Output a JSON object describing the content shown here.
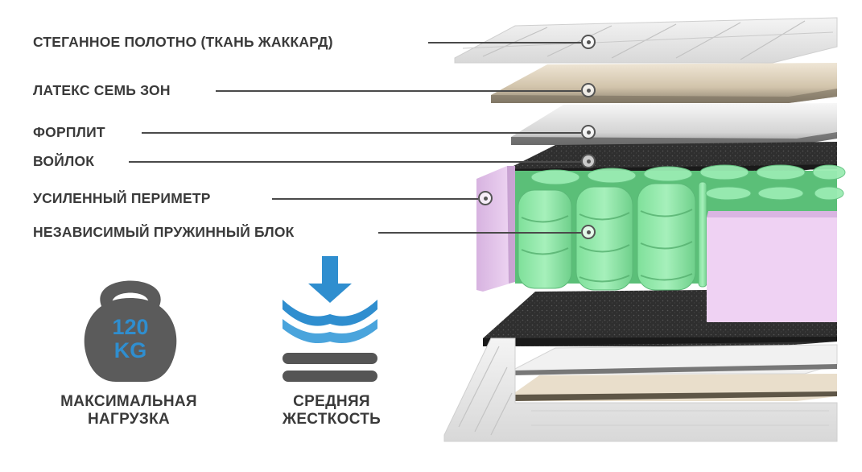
{
  "layers": [
    {
      "id": "quilted",
      "label": "СТЕГАННОЕ ПОЛОТНО (ТКАНЬ ЖАККАРД)",
      "icon": "target-marker-icon"
    },
    {
      "id": "latex",
      "label": "ЛАТЕКС СЕМЬ ЗОН",
      "icon": "target-marker-icon"
    },
    {
      "id": "forplit",
      "label": "ФОРПЛИТ",
      "icon": "target-marker-icon"
    },
    {
      "id": "felt",
      "label": "ВОЙЛОК",
      "icon": "target-marker-icon"
    },
    {
      "id": "perimeter",
      "label": "УСИЛЕННЫЙ ПЕРИМЕТР",
      "icon": "target-marker-icon"
    },
    {
      "id": "springs",
      "label": "НЕЗАВИСИМЫЙ ПРУЖИННЫЙ БЛОК",
      "icon": "target-marker-icon"
    }
  ],
  "features": {
    "max_load": {
      "icon": "kettlebell-icon",
      "value_line1": "120",
      "value_line2": "KG",
      "caption_line1": "МАКСИМАЛЬНАЯ",
      "caption_line2": "НАГРУЗКА"
    },
    "firmness": {
      "icon": "compression-layers-icon",
      "caption_line1": "СРЕДНЯЯ",
      "caption_line2": "ЖЕСТКОСТЬ"
    }
  },
  "colors": {
    "text": "#3a3a3a",
    "accent_blue": "#2f8ecf",
    "kettlebell_gray": "#5b5b5b",
    "spring_green": "#8ee8a8",
    "perimeter_pink": "#e8c8ee",
    "felt_dark": "#2e2e2e",
    "latex_beige": "#d9cdb8"
  }
}
